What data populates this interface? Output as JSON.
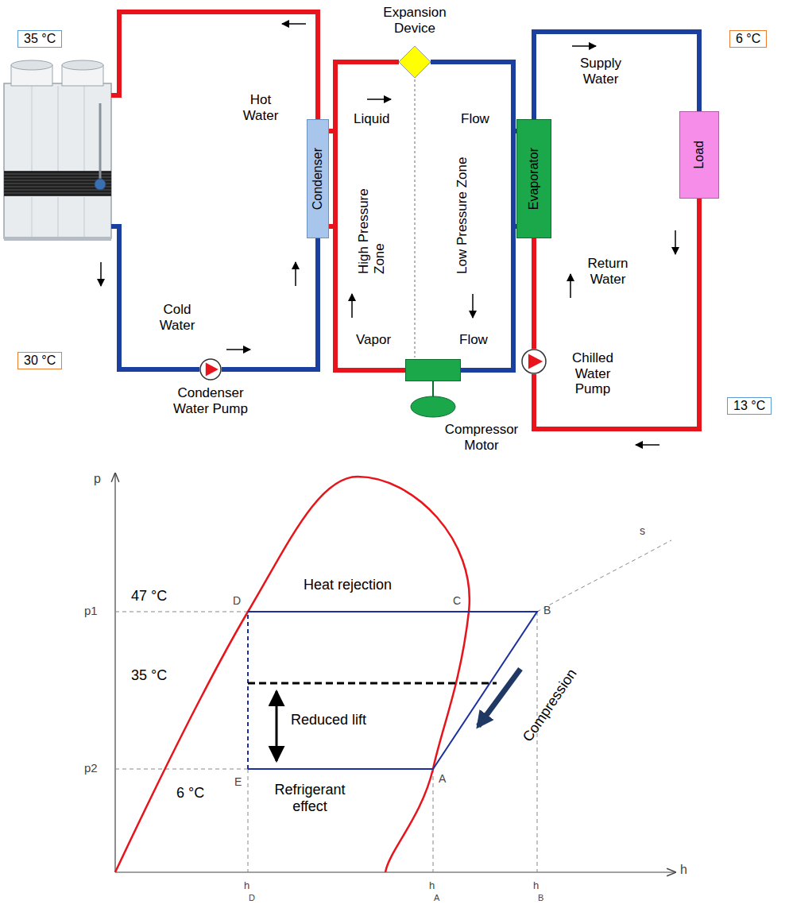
{
  "diagram": {
    "nodes": [
      {
        "text": [
          "Condenser"
        ]
      },
      {
        "text": [
          "Expansion Device"
        ]
      },
      {
        "text": [
          "Evaporator"
        ]
      },
      {
        "text": [
          "Load"
        ]
      },
      {
        "text": [
          "Condenser Water Pump"
        ]
      },
      {
        "text": [
          "Compressor Motor"
        ]
      },
      {
        "text": [
          "Chilled Water Pump"
        ]
      }
    ],
    "edges": [
      {
        "from": 4,
        "to": 0,
        "arrow": "none"
      },
      {
        "from": 0,
        "to": 1,
        "arrow": "none"
      },
      {
        "from": 1,
        "to": 2,
        "arrow": "none"
      },
      {
        "from": 2,
        "to": 5,
        "arrow": "none"
      },
      {
        "from": 5,
        "to": 0,
        "arrow": "none"
      },
      {
        "from": 2,
        "to": 3,
        "arrow": "none"
      },
      {
        "from": 3,
        "to": 6,
        "arrow": "none"
      },
      {
        "from": 6,
        "to": 2,
        "arrow": "none"
      }
    ],
    "labels": [
      "35 °C",
      "Hot Water",
      "Cold Water",
      "30 °C",
      "Liquid",
      "Flow",
      "High Pressure Zone",
      "Low Pressure Zone",
      "Vapor",
      "Flow",
      "6 °C",
      "Supply Water",
      "Return Water",
      "13 °C",
      "p",
      "p1",
      "p2",
      "47 °C",
      "35 °C",
      "6 °C",
      "Heat rejection",
      "D",
      "C",
      "B",
      "Reduced lift",
      "Compression",
      "s",
      "A",
      "E",
      "Refrigerant effect",
      "h",
      "h",
      "D",
      "h",
      "A",
      "h",
      "B"
    ]
  }
}
